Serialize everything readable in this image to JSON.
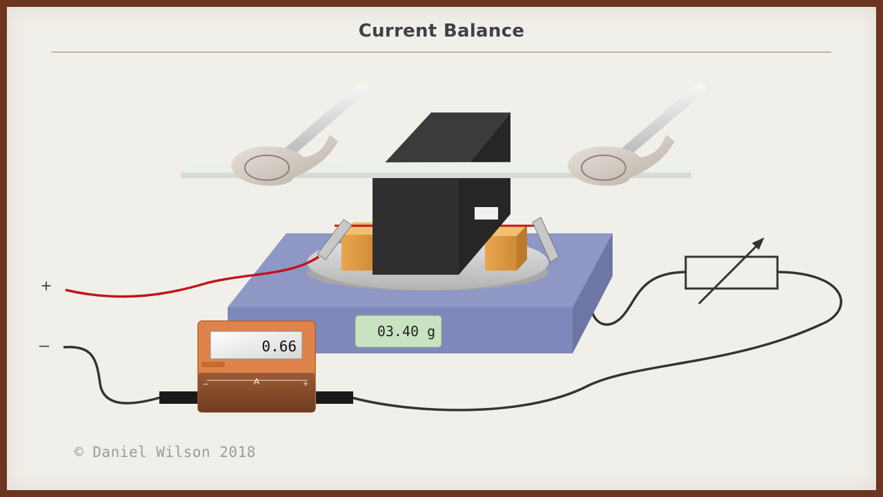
{
  "slide": {
    "title": "Current Balance",
    "copyright": "© Daniel Wilson 2018"
  },
  "terminals": {
    "positive": "+",
    "negative": "–"
  },
  "balance": {
    "display": "03.40 g"
  },
  "ammeter": {
    "display": "0.66",
    "unit": "A",
    "minus": "–",
    "plus": "+"
  },
  "colors": {
    "frame": "#6b3520",
    "background": "#f1efe9",
    "positive_wire": "#c0151b",
    "negative_wire": "#333333",
    "balance_body": "#8f97c4",
    "ammeter_body": "#e0834a",
    "magnet": "#2c2c2c",
    "balance_display": "#c9e3c0"
  },
  "icons": [
    "variable-resistor-icon",
    "clamp-stand-icon",
    "magnet-icon"
  ]
}
